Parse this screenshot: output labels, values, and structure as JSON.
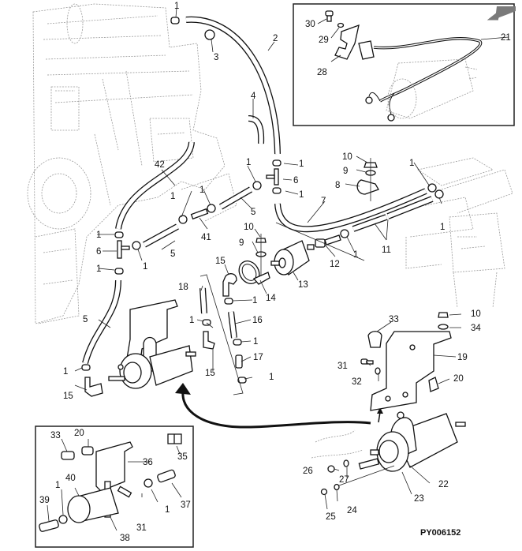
{
  "diagram": {
    "title": "Fuel pump and fuel lines exploded parts view",
    "figure_id": "PY006152",
    "colors": {
      "ink": "#111111",
      "ghost": "#9a9a9a",
      "arrow": "#111111",
      "view_arrow": "#7a7a7a"
    },
    "icons": {
      "view_direction": "view-direction-arrow-icon",
      "transfer_arrow": "curved-arrow-icon"
    },
    "callouts": {
      "c1a": "1",
      "c2": "2",
      "c3": "3",
      "c4": "4",
      "c1b": "1",
      "c6a": "6",
      "c1c": "1",
      "c42": "42",
      "c1d": "1",
      "c1e": "1",
      "c1f": "1",
      "c5a": "5",
      "c41": "41",
      "c1g": "1",
      "c6b": "6",
      "c1h": "1",
      "c5b": "5",
      "c1i": "1",
      "c10a": "10",
      "c9a": "9",
      "c8": "8",
      "c7": "7",
      "c1j": "1",
      "c1k": "1",
      "c11": "11",
      "c1l": "1",
      "c12": "12",
      "c10b": "10",
      "c9b": "9",
      "c15a": "15",
      "c13": "13",
      "c14": "14",
      "c18": "18",
      "c1m": "1",
      "c16": "16",
      "c1n": "1",
      "c17": "17",
      "c1o": "1",
      "c5c": "5",
      "c1p": "1",
      "c15b": "15",
      "c1q": "1",
      "c15c": "15",
      "c33a": "33",
      "c10c": "10",
      "c34": "34",
      "c19": "19",
      "c31a": "31",
      "c32": "32",
      "c20a": "20",
      "c26": "26",
      "c27": "27",
      "c22": "22",
      "c23": "23",
      "c24": "24",
      "c25": "25",
      "c30": "30",
      "c29": "29",
      "c28": "28",
      "c21": "21"
    },
    "inset_bottom": {
      "callouts": {
        "c33": "33",
        "c20": "20",
        "c35": "35",
        "c36": "36",
        "c40": "40",
        "c1a": "1",
        "c39": "39",
        "c31": "31",
        "c1b": "1",
        "c37": "37",
        "c38": "38"
      }
    }
  }
}
